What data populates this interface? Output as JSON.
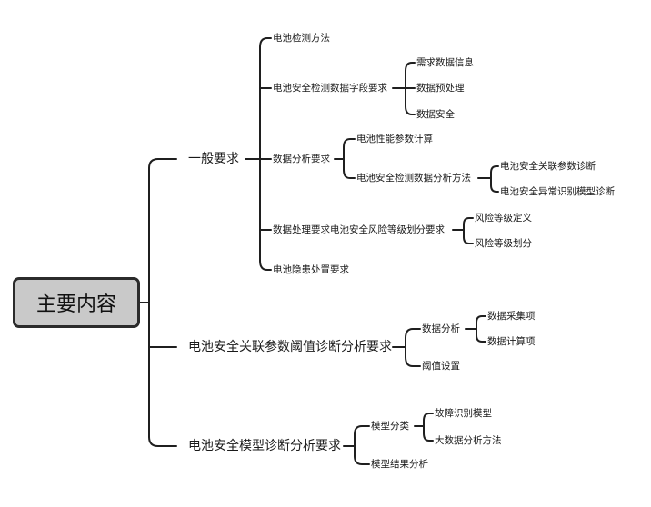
{
  "root": {
    "label": "主要内容"
  },
  "branches": [
    {
      "label": "一般要求",
      "children": [
        {
          "label": "电池检测方法"
        },
        {
          "label": "电池安全检测数据字段要求",
          "children": [
            "需求数据信息",
            "数据预处理",
            "数据安全"
          ]
        },
        {
          "label": "数据分析要求",
          "children": [
            {
              "label": "电池性能参数计算"
            },
            {
              "label": "电池安全检测数据分析方法",
              "children": [
                "电池安全关联参数诊断",
                "电池安全异常识别模型诊断"
              ]
            }
          ]
        },
        {
          "label": "数据处理要求电池安全风险等级划分要求",
          "children": [
            "风险等级定义",
            "风险等级划分"
          ]
        },
        {
          "label": "电池隐患处置要求"
        }
      ]
    },
    {
      "label": "电池安全关联参数阈值诊断分析要求",
      "children": [
        {
          "label": "数据分析",
          "children": [
            "数据采集项",
            "数据计算项"
          ]
        },
        {
          "label": "阈值设置"
        }
      ]
    },
    {
      "label": "电池安全模型诊断分析要求",
      "children": [
        {
          "label": "模型分类",
          "children": [
            "故障识别模型",
            "大数据分析方法"
          ]
        },
        {
          "label": "模型结果分析"
        }
      ]
    }
  ]
}
